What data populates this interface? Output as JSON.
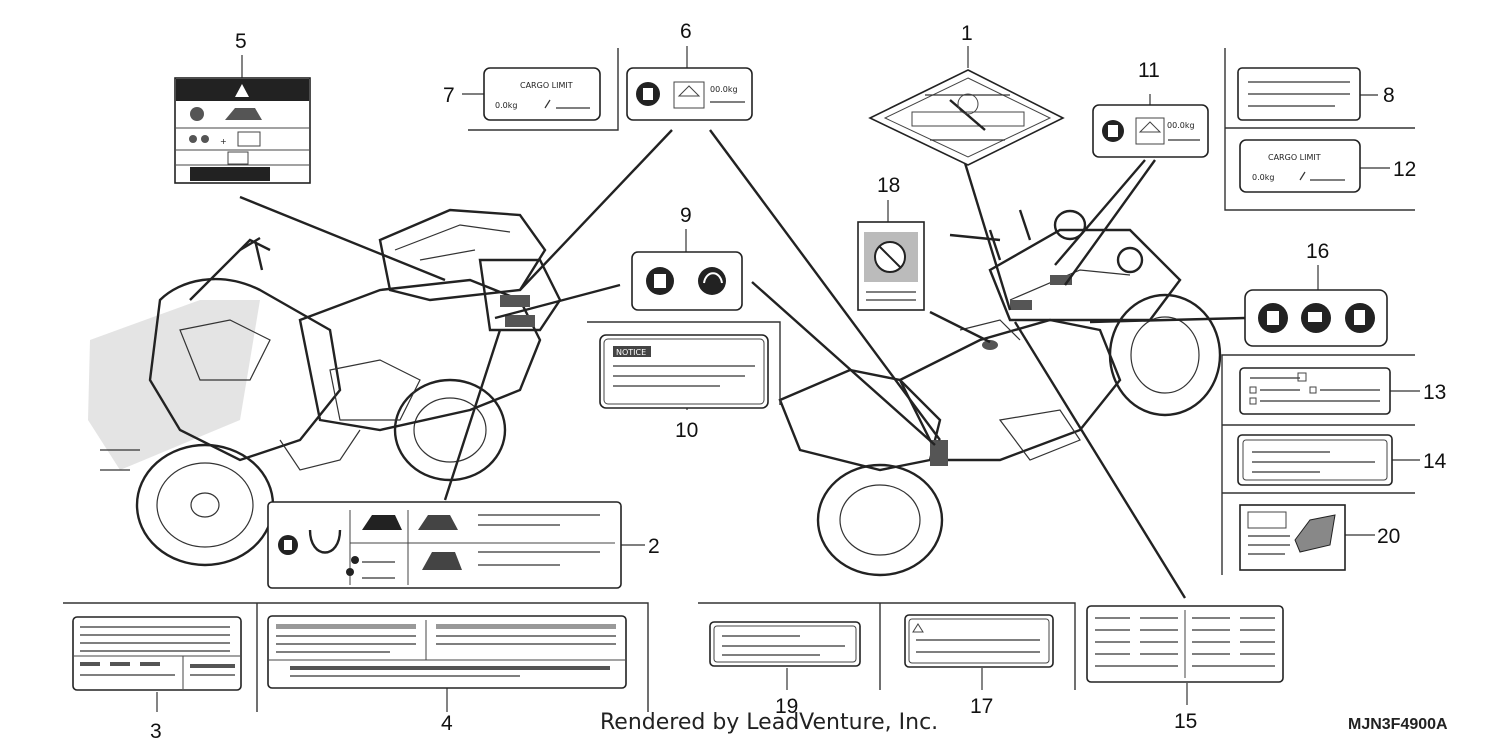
{
  "callouts": [
    {
      "id": "1",
      "text": "1"
    },
    {
      "id": "2",
      "text": "2"
    },
    {
      "id": "3",
      "text": "3"
    },
    {
      "id": "4",
      "text": "4"
    },
    {
      "id": "5",
      "text": "5"
    },
    {
      "id": "6",
      "text": "6"
    },
    {
      "id": "7",
      "text": "7"
    },
    {
      "id": "8",
      "text": "8"
    },
    {
      "id": "9",
      "text": "9"
    },
    {
      "id": "10",
      "text": "10"
    },
    {
      "id": "11",
      "text": "11"
    },
    {
      "id": "12",
      "text": "12"
    },
    {
      "id": "13",
      "text": "13"
    },
    {
      "id": "14",
      "text": "14"
    },
    {
      "id": "15",
      "text": "15"
    },
    {
      "id": "16",
      "text": "16"
    },
    {
      "id": "17",
      "text": "17"
    },
    {
      "id": "18",
      "text": "18"
    },
    {
      "id": "19",
      "text": "19"
    },
    {
      "id": "20",
      "text": "20"
    }
  ],
  "labels": {
    "cargo_limit": "CARGO LIMIT",
    "cargo_weight_7": "0.0kg",
    "cargo_weight_12": "0.0kg",
    "weight_6": "00.0kg",
    "weight_11": "00.0kg",
    "notice": "NOTICE"
  },
  "footer": {
    "watermark": "Rendered by LeadVenture, Inc.",
    "diagram_code": "MJN3F4900A"
  }
}
